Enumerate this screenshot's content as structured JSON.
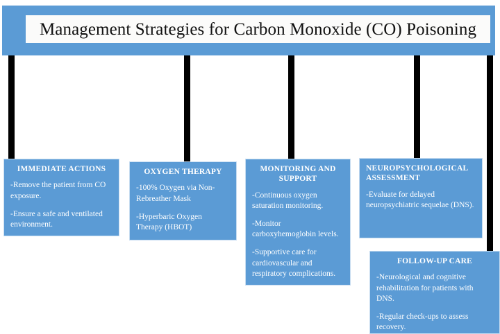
{
  "title": {
    "text": "Management Strategies for Carbon Monoxide (CO) Poisoning"
  },
  "colors": {
    "card_blue": "#5B9BD5",
    "banner_blue": "#5B9BD5",
    "connector_black": "#000000",
    "title_panel": "#FBFBFA",
    "card_border": "#C5DBF0",
    "card_text": "#FFFFFF"
  },
  "cards": [
    {
      "id": "immediate-actions",
      "heading": "IMMEDIATE ACTIONS",
      "heading_align": "center",
      "bullets": [
        "-Remove the patient from CO exposure.",
        "-Ensure a safe and ventilated environment."
      ]
    },
    {
      "id": "oxygen-therapy",
      "heading": "OXYGEN THERAPY",
      "heading_align": "center",
      "bullets": [
        "-100% Oxygen via Non-Rebreather Mask",
        "-Hyperbaric Oxygen Therapy (HBOT)"
      ]
    },
    {
      "id": "monitoring-and-support",
      "heading": "MONITORING AND SUPPORT",
      "heading_align": "center",
      "bullets": [
        "-Continuous oxygen saturation monitoring.",
        "-Monitor carboxyhemoglobin levels.",
        "-Supportive care for cardiovascular and respiratory complications."
      ]
    },
    {
      "id": "neuropsychological-assessment",
      "heading": "NEUROPSYCHOLOGICAL ASSESSMENT",
      "heading_align": "left",
      "bullets": [
        "-Evaluate for delayed neuropsychiatric sequelae (DNS)."
      ]
    },
    {
      "id": "follow-up-care",
      "heading": "FOLLOW-UP CARE",
      "heading_align": "center",
      "bullets": [
        "-Neurological and cognitive rehabilitation for patients with DNS.",
        "-Regular check-ups to assess recovery."
      ]
    }
  ]
}
